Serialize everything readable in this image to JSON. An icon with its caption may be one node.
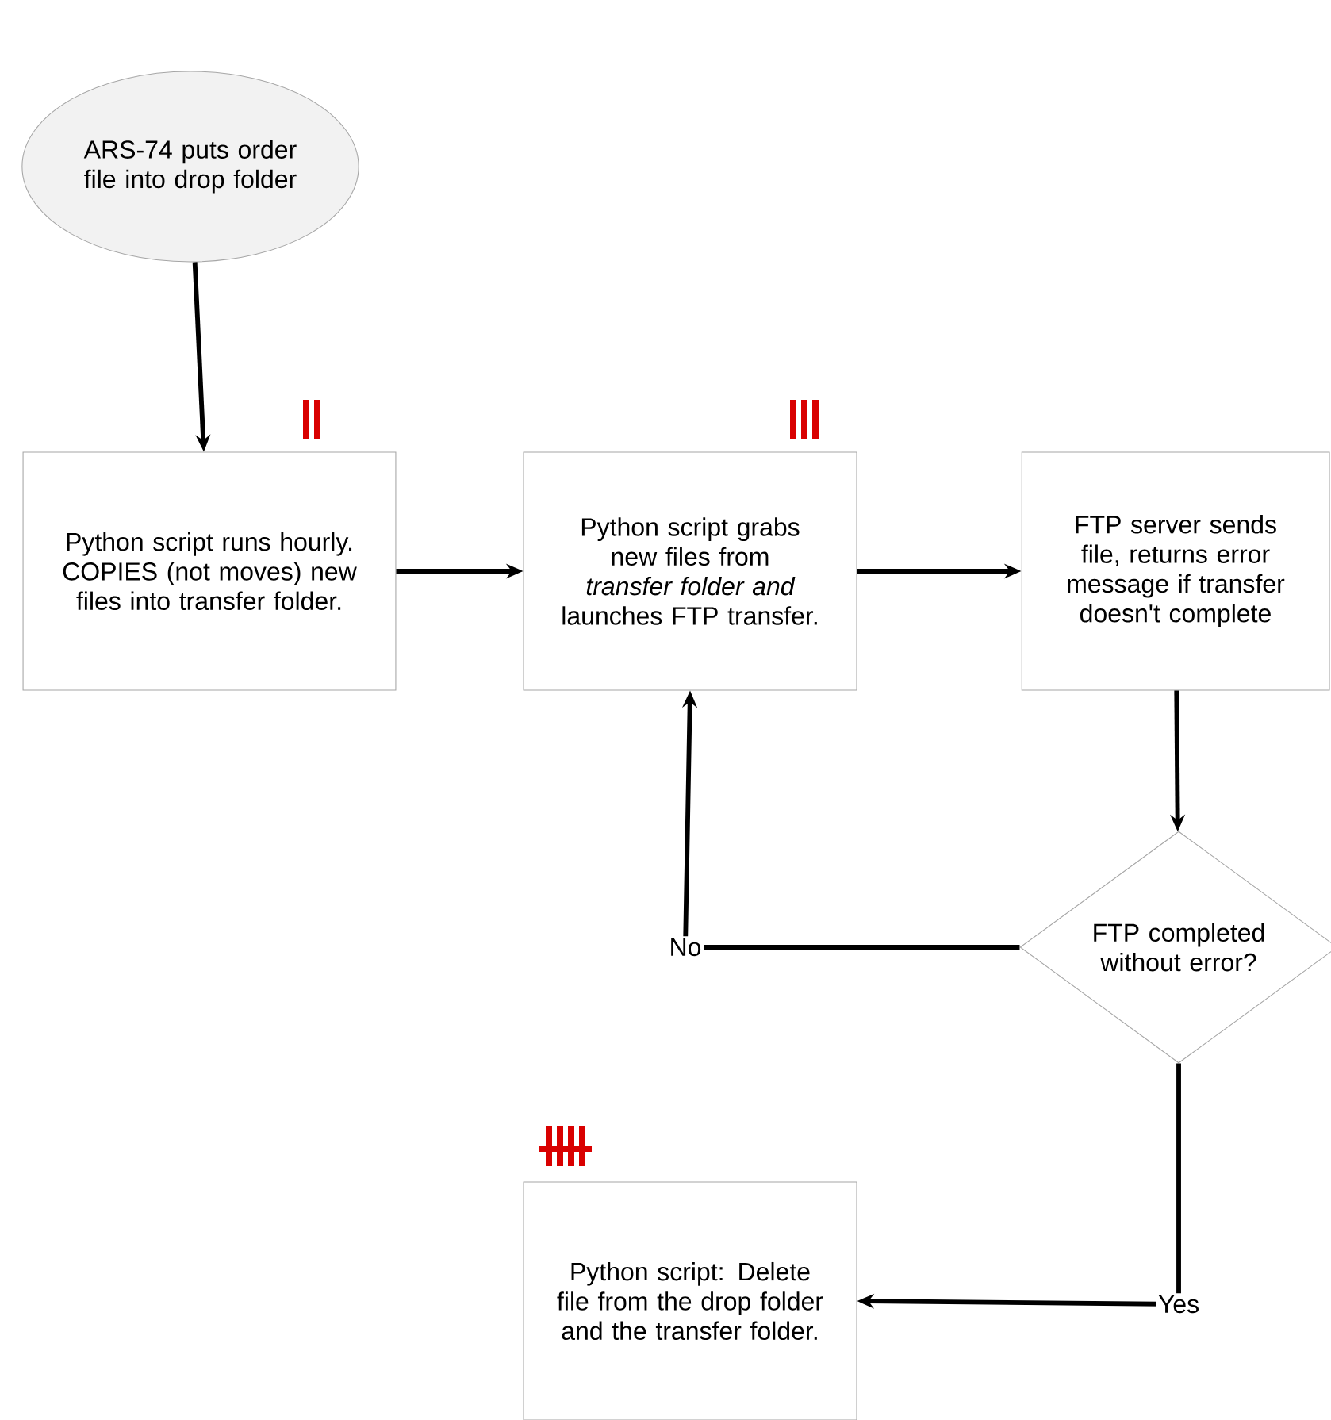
{
  "diagram": {
    "nodes": [
      {
        "text": [
          "ARS-74 puts order file into drop folder"
        ]
      },
      {
        "text": [
          "Python script runs hourly. COPIES (not moves) new files into transfer folder."
        ]
      },
      {
        "text": [
          "Python script grabs new files from *transfer folder and* launches FTP transfer."
        ]
      },
      {
        "text": [
          "FTP server sends file, returns error message if transfer doesn't complete"
        ]
      },
      {
        "text": [
          "FTP completed without error?"
        ]
      },
      {
        "text": [
          "Python script: Delete file from the drop folder and the transfer folder."
        ]
      }
    ],
    "edges": [
      {
        "from": 0,
        "to": 1,
        "arrow": "to"
      },
      {
        "from": 1,
        "to": 2,
        "arrow": "to"
      },
      {
        "from": 2,
        "to": 3,
        "arrow": "to"
      },
      {
        "from": 3,
        "to": 4,
        "arrow": "to"
      },
      {
        "from": 4,
        "to": 2,
        "arrow": "to",
        "label": "No"
      },
      {
        "from": 4,
        "to": 5,
        "arrow": "to",
        "label": "Yes"
      }
    ]
  }
}
